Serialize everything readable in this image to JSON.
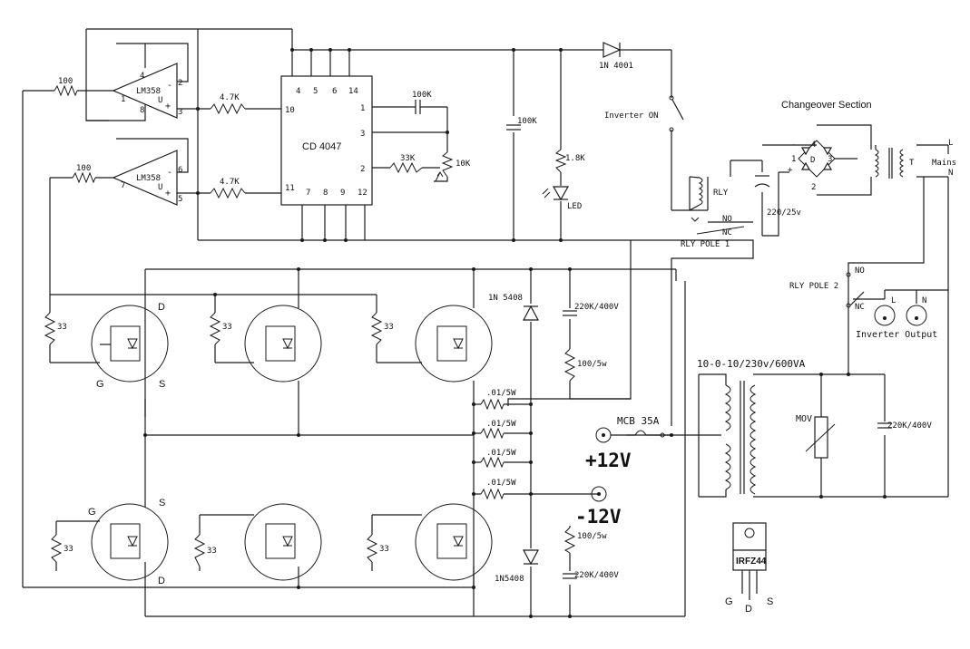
{
  "section_title": "Changeover Section",
  "ic": {
    "name": "CD 4047",
    "pins_top": [
      "4",
      "5",
      "6",
      "14"
    ],
    "pins_bottom": [
      "7",
      "8",
      "9",
      "12"
    ],
    "pin_10": "10",
    "pin_11": "11",
    "pin_1": "1",
    "pin_3": "3",
    "pin_2": "2"
  },
  "opamp1": {
    "name": "LM358",
    "unit": "U",
    "pin_4": "4",
    "pin_8": "8",
    "pin_1": "1",
    "pin_2": "2",
    "pin_3": "3",
    "minus": "-",
    "plus": "+"
  },
  "opamp2": {
    "name": "LM358",
    "unit": "U",
    "pin_6": "6",
    "pin_7": "7",
    "pin_5": "5",
    "minus": "-",
    "plus": "+"
  },
  "resistors": {
    "r100_a": "100",
    "r100_b": "100",
    "r47_a": "4.7K",
    "r47_b": "4.7K",
    "r33k": "33K",
    "pot10k": "10K",
    "r18k": "1.8K",
    "r33": "33",
    "r1005_top": "100/5w",
    "r1005_bot": "100/5w",
    "r01": ".01/5W"
  },
  "capacitors": {
    "c100k_timing": "100K",
    "c100k_supply": "100K",
    "c220_top": "220K/400V",
    "c220_bot": "220K/400V",
    "c220_25": "220/25v",
    "c220_out": "220K/400V"
  },
  "diodes": {
    "d_top": "1N 4001",
    "d_1n5408_top": "1N 5408",
    "d_1n5408_bot": "1N5408",
    "led": "LED"
  },
  "switch_label": "Inverter ON",
  "relay": {
    "name": "RLY",
    "pole1": "RLY POLE 1",
    "pole2": "RLY POLE 2",
    "no": "NO",
    "nc": "NC"
  },
  "bridge": {
    "name": "D",
    "p1": "1",
    "p2": "2",
    "p3": "3",
    "p4": "4",
    "plus": "+",
    "minus": "-"
  },
  "small_transformer": {
    "name": "T"
  },
  "mains": {
    "label": "Mains",
    "L": "L",
    "N": "N"
  },
  "inverter_output": {
    "label": "Inverter Output",
    "L": "L",
    "N": "N"
  },
  "transformer_label": "10-0-10/230v/600VA",
  "mcb": "MCB 35A",
  "mov": "MOV",
  "supply": {
    "pos": "+12V",
    "neg": "-12V"
  },
  "mosfet_pins": {
    "g": "G",
    "d": "D",
    "s": "S"
  },
  "package": {
    "name": "IRFZ44",
    "g": "G",
    "d": "D",
    "s": "S"
  }
}
